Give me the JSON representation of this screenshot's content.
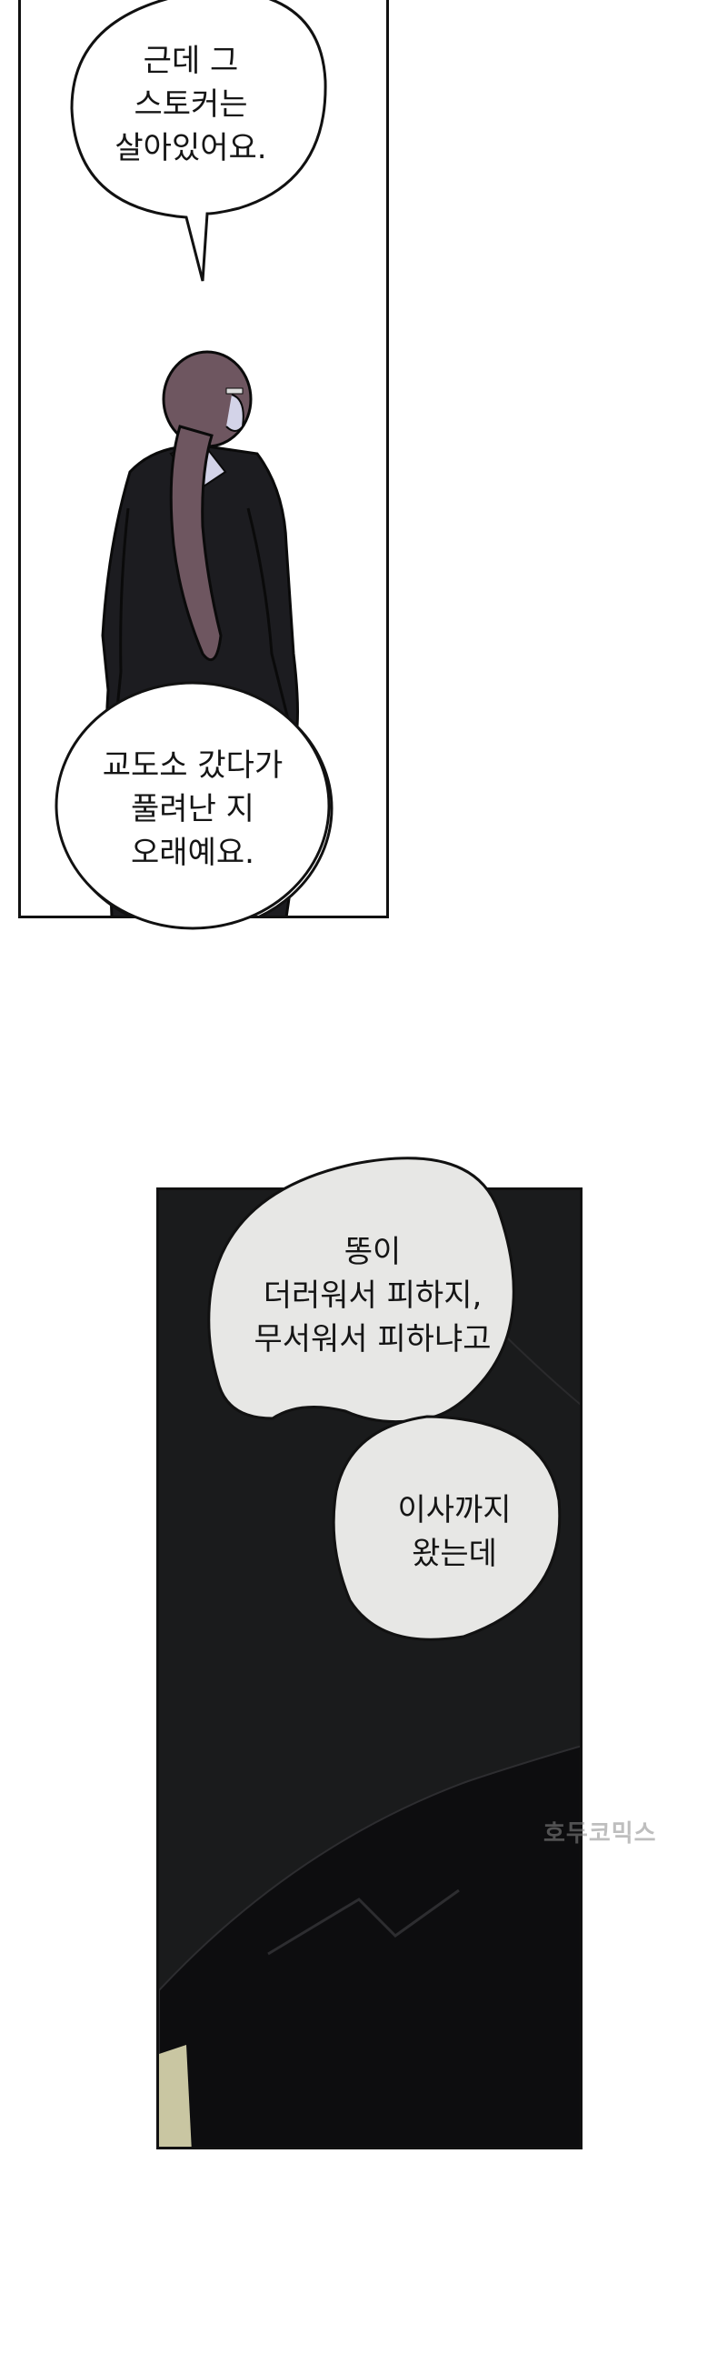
{
  "panel1": {
    "bubble_top": [
      "근데 그",
      "스토커는",
      "살아있어요."
    ],
    "bubble_bottom": [
      "교도소 갔다가",
      "풀려난 지",
      "오래예요."
    ]
  },
  "panel2": {
    "bubble_top": [
      "똥이",
      "더러워서 피하지,",
      "무서워서 피하냐고"
    ],
    "bubble_bottom": [
      "이사까지",
      "왔는데"
    ]
  },
  "watermark": {
    "text": "호두코믹스"
  },
  "colors": {
    "ink": "#111111",
    "panel_dark": "#1a1b1c",
    "bubble_dark": "#e7e7e5",
    "coat": "#1c1c20",
    "hair": "#6e5660",
    "shirt": "#d3d3e8"
  }
}
